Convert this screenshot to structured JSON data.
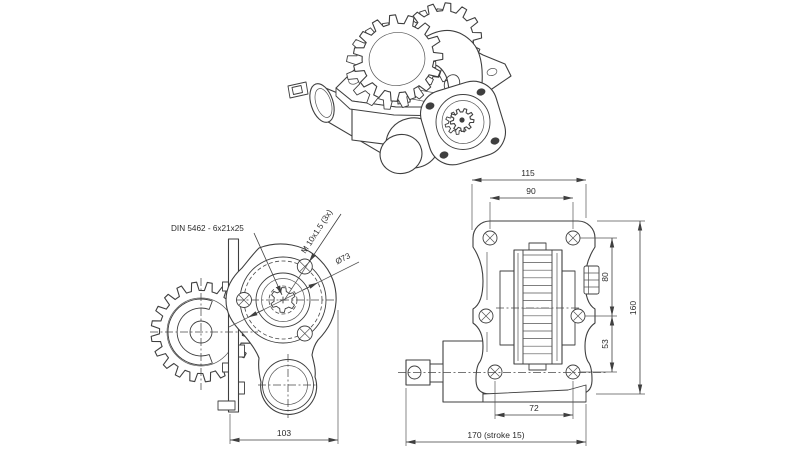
{
  "drawing": {
    "background": "#ffffff",
    "line_color": "#3f3f3f",
    "views": {
      "isometric": {
        "name": "isometric-projection"
      },
      "side": {
        "annotations": {
          "spline_spec": "DIN 5462 - 6x21x25",
          "mount_thread": "M 10x1.5 (3x)",
          "pilot_diameter": "Ø73"
        },
        "dimensions": {
          "overall_width": "103"
        }
      },
      "rear": {
        "dimensions": {
          "flange_width": "115",
          "top_bolt_spacing": "90",
          "right_bolt_spacing_upper": "80",
          "right_bolt_spacing_lower": "53",
          "overall_height": "160",
          "bottom_bolt_spacing": "72",
          "overall_length": "170 (stroke 15)"
        }
      }
    }
  }
}
